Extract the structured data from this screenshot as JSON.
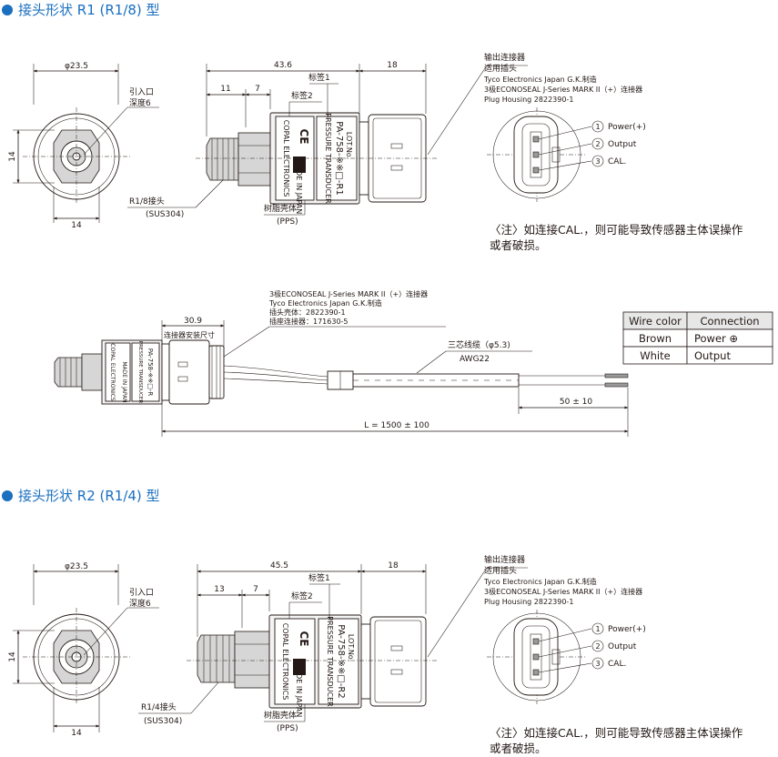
{
  "sections": [
    {
      "title": "接头形状 R1 (R1/8) 型",
      "dims": {
        "dia": "φ23.5",
        "side": "14",
        "bottom": "14",
        "len": "43.6",
        "conn": "18",
        "a": "11",
        "b": "7"
      },
      "inlet": [
        "引入口",
        "深度6"
      ],
      "thread": [
        "R1/8接头",
        "(SUS304)"
      ],
      "resin": [
        "树脂壳体",
        "(PPS)"
      ],
      "label1": "标签1",
      "label2": "标签2",
      "body_text": {
        "brand": "COPAL ELECTRONICS",
        "made": "MADE IN JAPAN",
        "pt": "PRESSURE TRANSDUCER",
        "model": "PA-758-※※□-R1",
        "lot": "LOT.No."
      },
      "out_conn": [
        "输出连接器",
        "适用插头",
        "Tyco Electronics Japan G.K.制造",
        "3极ECONOSEAL J-Series MARK II（+）连接器",
        "Plug Housing 2822390-1"
      ],
      "pins": [
        {
          "num": "1",
          "label": "Power(+)"
        },
        {
          "num": "2",
          "label": "Output"
        },
        {
          "num": "3",
          "label": "CAL."
        }
      ],
      "note": [
        "〈注〉如连接CAL.，则可能导致传感器主体误操作",
        "或者破损。"
      ]
    },
    {
      "title": "接头形状 R2 (R1/4) 型",
      "dims": {
        "dia": "φ23.5",
        "side": "14",
        "bottom": "14",
        "len": "45.5",
        "conn": "18",
        "a": "13",
        "b": "7"
      },
      "inlet": [
        "引入口",
        "深度6"
      ],
      "thread": [
        "R1/4接头",
        "(SUS304)"
      ],
      "resin": [
        "树脂壳体",
        "(PPS)"
      ],
      "label1": "标签1",
      "label2": "标签2",
      "body_text": {
        "brand": "COPAL ELECTRONICS",
        "made": "MADE IN JAPAN",
        "pt": "PRESSURE TRANSDUCER",
        "model": "PA-758-※※□-R2",
        "lot": "LOT.No."
      },
      "out_conn": [
        "输出连接器",
        "适用插头",
        "Tyco Electronics Japan G.K.制造",
        "3极ECONOSEAL J-Series MARK II（+）连接器",
        "Plug Housing 2822390-1"
      ],
      "pins": [
        {
          "num": "1",
          "label": "Power(+)"
        },
        {
          "num": "2",
          "label": "Output"
        },
        {
          "num": "3",
          "label": "CAL."
        }
      ],
      "note": [
        "〈注〉如连接CAL.，则可能导致传感器主体误操作",
        "或者破损。"
      ]
    }
  ],
  "cable": {
    "conn_info": [
      "3极ECONOSEAL J-Series MARK II（+）连接器",
      "Tyco Electronics Japan G.K.制造",
      "插头壳体：2822390-1",
      "插座连接器：171630-5"
    ],
    "mount": [
      "30.9",
      "连接器安装尺寸"
    ],
    "cable_label": [
      "三芯线缆（φ5.3)",
      "AWG22"
    ],
    "strip": "50 ± 10",
    "length": "L = 1500 ± 100",
    "body_model": "PA-758-※※□-R",
    "body_brand": "COPAL ELECTRONICS",
    "body_made": "MADE IN JAPAN",
    "body_pt": "PRESSURE TRANSDUCER"
  },
  "table": {
    "headers": [
      "Wire color",
      "Connection"
    ],
    "rows": [
      [
        "Brown",
        "Power ⊕"
      ],
      [
        "White",
        "Output"
      ]
    ]
  }
}
